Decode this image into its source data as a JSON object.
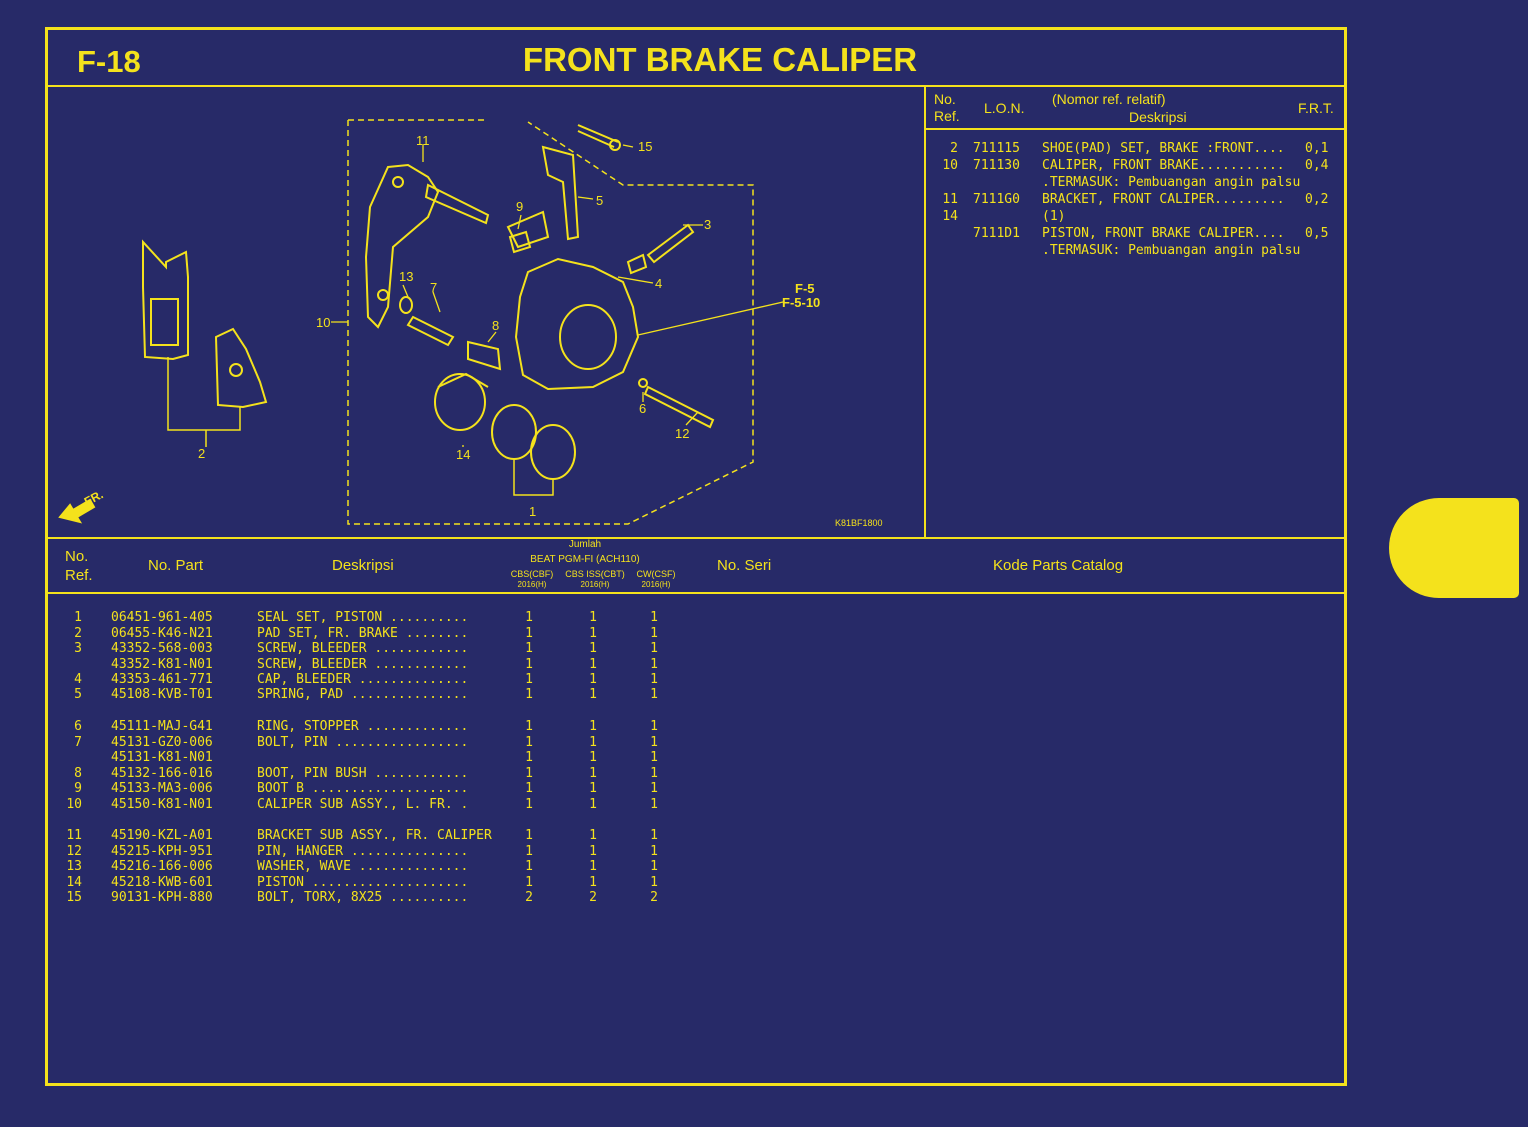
{
  "header": {
    "page_code": "F-18",
    "title": "FRONT BRAKE CALIPER"
  },
  "frt_table": {
    "headers": {
      "no_ref": "No.\nRef.",
      "lon": "L.O.N.",
      "desc_top": "(Nomor ref. relatif)",
      "desc": "Deskripsi",
      "frt": "F.R.T."
    },
    "rows": [
      {
        "ref": "2",
        "lon": "711115",
        "desc": "SHOE(PAD) SET, BRAKE :FRONT....",
        "frt": "0,1"
      },
      {
        "ref": "10",
        "lon": "711130",
        "desc": "CALIPER, FRONT BRAKE...........",
        "frt": "0,4"
      },
      {
        "ref": "",
        "lon": "",
        "desc": ".TERMASUK: Pembuangan angin palsu",
        "frt": ""
      },
      {
        "ref": "11",
        "lon": "7111G0",
        "desc": "BRACKET, FRONT CALIPER.........",
        "frt": "0,2"
      },
      {
        "ref": "14",
        "lon": "",
        "desc": "(1)",
        "frt": ""
      },
      {
        "ref": "",
        "lon": "7111D1",
        "desc": "PISTON, FRONT BRAKE CALIPER....",
        "frt": "0,5"
      },
      {
        "ref": "",
        "lon": "",
        "desc": ".TERMASUK: Pembuangan angin palsu",
        "frt": ""
      }
    ]
  },
  "diagram": {
    "labels": [
      "1",
      "2",
      "3",
      "4",
      "5",
      "6",
      "7",
      "8",
      "9",
      "10",
      "11",
      "12",
      "13",
      "14",
      "15"
    ],
    "ref_top": "F-5",
    "ref_bottom": "F-5-10",
    "direction": "FR.",
    "code": "K81BF1800"
  },
  "parts_table": {
    "headers": {
      "no_ref": "No.\nRef.",
      "no_part": "No. Part",
      "deskripsi": "Deskripsi",
      "jumlah": "Jumlah",
      "model": "BEAT PGM-FI (ACH110)",
      "variants": [
        {
          "name": "CBS(CBF)",
          "year": "2016(H)"
        },
        {
          "name": "CBS ISS(CBT)",
          "year": "2016(H)"
        },
        {
          "name": "CW(CSF)",
          "year": "2016(H)"
        }
      ],
      "no_seri": "No. Seri",
      "kode": "Kode Parts Catalog"
    },
    "rows": [
      {
        "ref": "1",
        "part": "06451-961-405",
        "desc": "SEAL SET, PISTON ..........",
        "q": [
          "1",
          "1",
          "1"
        ]
      },
      {
        "ref": "2",
        "part": "06455-K46-N21",
        "desc": "PAD SET, FR. BRAKE ........",
        "q": [
          "1",
          "1",
          "1"
        ]
      },
      {
        "ref": "3",
        "part": "43352-568-003",
        "desc": "SCREW, BLEEDER ............",
        "q": [
          "1",
          "1",
          "1"
        ]
      },
      {
        "ref": "",
        "part": "43352-K81-N01",
        "desc": "SCREW, BLEEDER ............",
        "q": [
          "1",
          "1",
          "1"
        ]
      },
      {
        "ref": "4",
        "part": "43353-461-771",
        "desc": "CAP, BLEEDER ..............",
        "q": [
          "1",
          "1",
          "1"
        ]
      },
      {
        "ref": "5",
        "part": "45108-KVB-T01",
        "desc": "SPRING, PAD ...............",
        "q": [
          "1",
          "1",
          "1"
        ]
      },
      {
        "ref": "6",
        "part": "45111-MAJ-G41",
        "desc": "RING, STOPPER .............",
        "q": [
          "1",
          "1",
          "1"
        ]
      },
      {
        "ref": "7",
        "part": "45131-GZ0-006",
        "desc": "BOLT, PIN .................",
        "q": [
          "1",
          "1",
          "1"
        ]
      },
      {
        "ref": "",
        "part": "45131-K81-N01",
        "desc": "",
        "q": [
          "1",
          "1",
          "1"
        ]
      },
      {
        "ref": "8",
        "part": "45132-166-016",
        "desc": "BOOT, PIN BUSH ............",
        "q": [
          "1",
          "1",
          "1"
        ]
      },
      {
        "ref": "9",
        "part": "45133-MA3-006",
        "desc": "BOOT B ....................",
        "q": [
          "1",
          "1",
          "1"
        ]
      },
      {
        "ref": "10",
        "part": "45150-K81-N01",
        "desc": "CALIPER SUB ASSY., L. FR. .",
        "q": [
          "1",
          "1",
          "1"
        ]
      },
      {
        "ref": "11",
        "part": "45190-KZL-A01",
        "desc": "BRACKET SUB ASSY., FR. CALIPER",
        "q": [
          "1",
          "1",
          "1"
        ]
      },
      {
        "ref": "12",
        "part": "45215-KPH-951",
        "desc": "PIN, HANGER ...............",
        "q": [
          "1",
          "1",
          "1"
        ]
      },
      {
        "ref": "13",
        "part": "45216-166-006",
        "desc": "WASHER, WAVE ..............",
        "q": [
          "1",
          "1",
          "1"
        ]
      },
      {
        "ref": "14",
        "part": "45218-KWB-601",
        "desc": "PISTON ....................",
        "q": [
          "1",
          "1",
          "1"
        ]
      },
      {
        "ref": "15",
        "part": "90131-KPH-880",
        "desc": "BOLT, TORX, 8X25 ..........",
        "q": [
          "2",
          "2",
          "2"
        ]
      }
    ]
  },
  "colors": {
    "background": "#272a68",
    "accent": "#f4e21c"
  }
}
